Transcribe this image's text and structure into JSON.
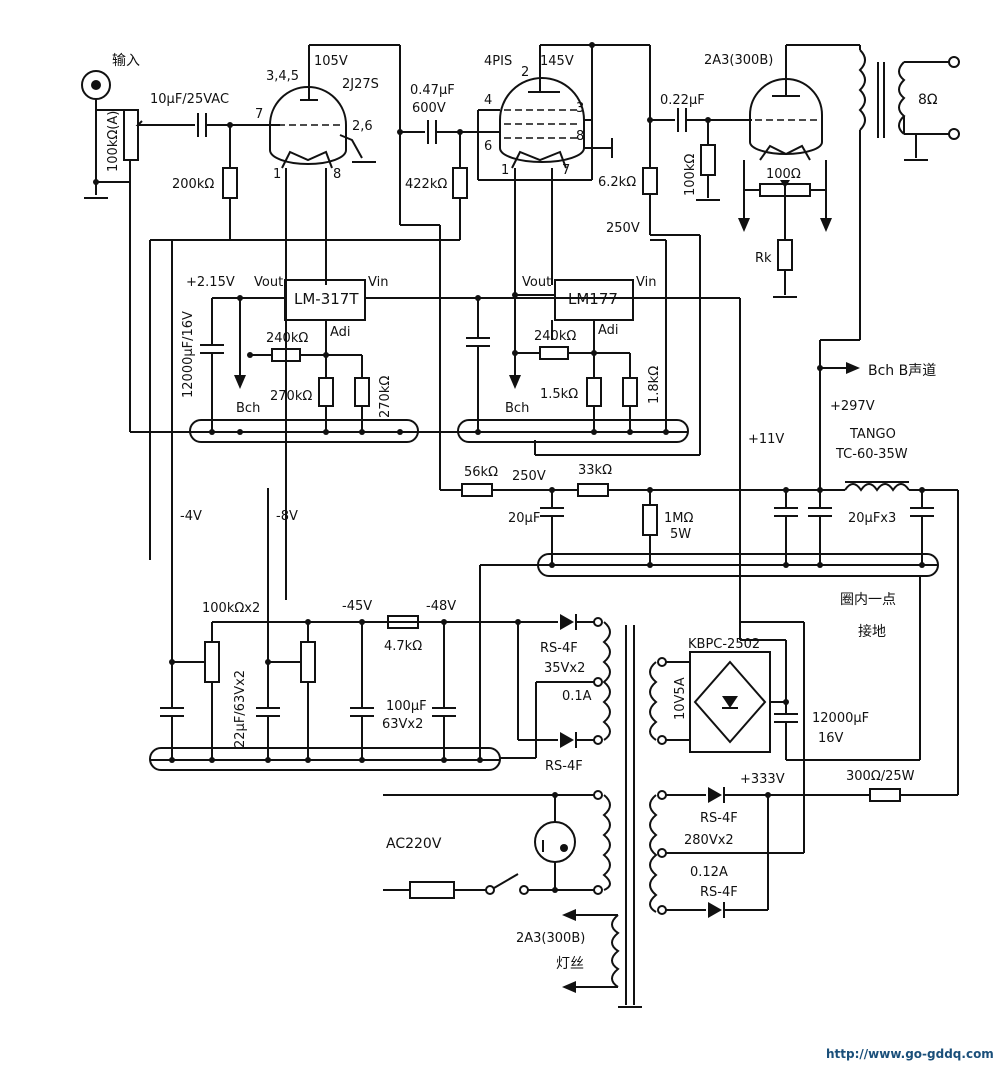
{
  "labels": {
    "input": "输入",
    "input_pot": "100kΩ(A)",
    "c_in": "10μF/25VAC",
    "r_grid1": "200kΩ",
    "v1_type": "2J27S",
    "v1_pins_a": "3,4,5",
    "v1_pin_g": "7",
    "v1_pins_b": "2,6",
    "v1_pin_1": "1",
    "v1_pin_8": "8",
    "v1_plate_v": "105V",
    "c_coupling1": "0.47μF",
    "c_coupling1_v": "600V",
    "r_422k": "422kΩ",
    "v2_type": "4PIS",
    "v2_pin_2": "2",
    "v2_plate_v": "145V",
    "v2_pin_4": "4",
    "v2_pin_3": "3",
    "v2_pin_6": "6",
    "v2_pin_8": "8",
    "v2_pin_1": "1",
    "v2_pin_7": "7",
    "r_6k2": "6.2kΩ",
    "v_250_a": "250V",
    "c_coupling2": "0.22μF",
    "r_100k_grid": "100kΩ",
    "v3_type": "2A3(300B)",
    "r_hum_pot": "100Ω",
    "rk": "Rk",
    "speaker": "8Ω",
    "v_2_15": "+2.15V",
    "ic1_vout": "Vout",
    "ic1": "LM-317T",
    "ic1_vin": "Vin",
    "ic1_adj": "Adi",
    "c_12000_a": "12000μF/16V",
    "r_240k_a": "240kΩ",
    "bch_a": "Bch",
    "r_270k_a": "270kΩ",
    "r_270k_b": "270kΩ",
    "ic2_vout": "Vout",
    "ic2": "LM177",
    "ic2_vin": "Vin",
    "ic2_adj": "Adi",
    "r_240k_b": "240kΩ",
    "r_1k5": "1.5kΩ",
    "r_1k8": "1.8kΩ",
    "bch_b": "Bch",
    "bch_b_channel": "Bch B声道",
    "v_297": "+297V",
    "v_11": "+11V",
    "choke_brand": "TANGO",
    "choke_model": "TC-60-35W",
    "r_56k": "56kΩ",
    "v_250_b": "250V",
    "r_33k": "33kΩ",
    "c_20u": "20μF",
    "r_1m": "1MΩ",
    "r_1m_w": "5W",
    "c_20u_x3": "20μFx3",
    "v_neg4": "-4V",
    "v_neg8": "-8V",
    "ground_note_1": "圈内一点",
    "ground_note_2": "接地",
    "r_100k_x2": "100kΩx2",
    "v_neg45": "-45V",
    "v_neg48": "-48V",
    "r_4k7": "4.7kΩ",
    "c_22u": "22μF/63Vx2",
    "c_100u": "100μF",
    "c_100u_v": "63Vx2",
    "d_rs4f_1": "RS-4F",
    "tr_35v": "35Vx2",
    "tr_0_1a": "0.1A",
    "d_rs4f_2": "RS-4F",
    "bridge": "KBPC-2502",
    "tr_10v": "10V5A",
    "c_12000_b": "12000μF",
    "c_12000_b_v": "16V",
    "v_333": "+333V",
    "r_300": "300Ω/25W",
    "d_rs4f_3": "RS-4F",
    "tr_280v": "280Vx2",
    "tr_0_12a": "0.12A",
    "d_rs4f_4": "RS-4F",
    "mains": "AC220V",
    "heater_type": "2A3(300B)",
    "heater": "灯丝",
    "website": "http://www.go-gddq.com"
  }
}
